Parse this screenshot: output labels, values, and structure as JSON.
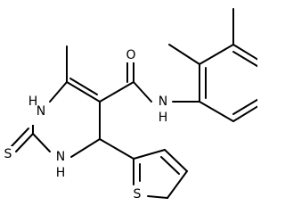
{
  "molecule": {
    "atoms": {
      "o_carbonyl": "O",
      "nh_amide": "N\nH",
      "nh_ring_top": "H\nN",
      "nh_ring_bottom": "N\nH",
      "s_thione": "S",
      "s_thiophene": "S"
    },
    "labels": {
      "o": "O",
      "nh_amide_n": "N",
      "nh_amide_h": "H",
      "nh1_h": "H",
      "nh1_n": "N",
      "nh3_n": "N",
      "nh3_h": "H",
      "s_thione": "S",
      "s_thiophene": "S"
    },
    "colors": {
      "bond": "#000000",
      "label": "#000000",
      "background": "#ffffff"
    }
  }
}
